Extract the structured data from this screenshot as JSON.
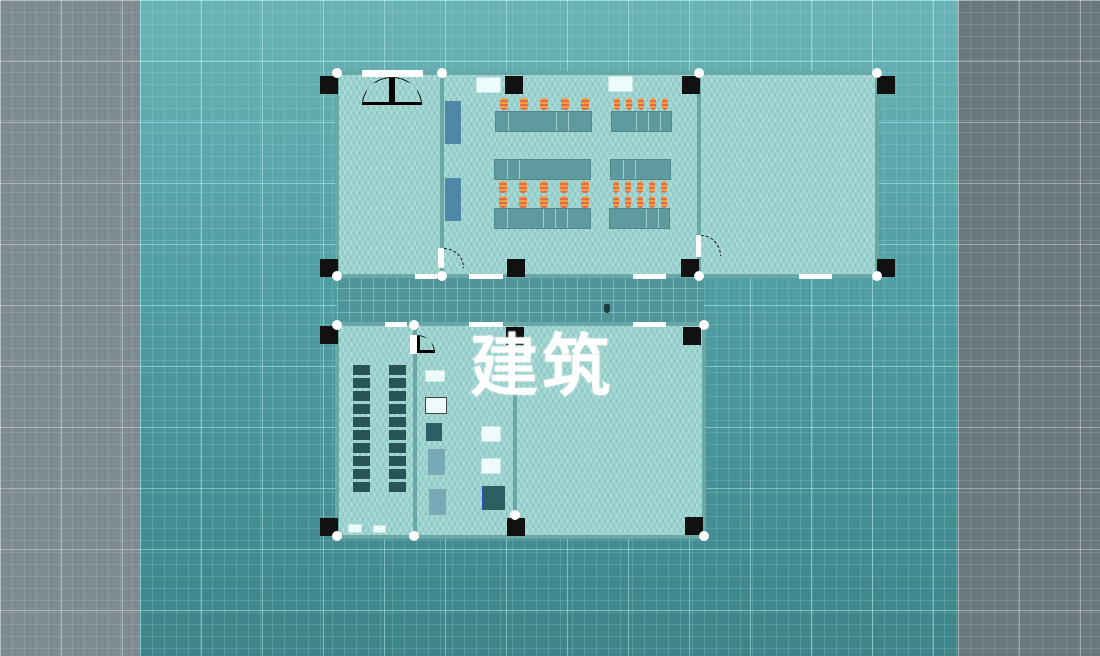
{
  "canvas": {
    "background_colors": {
      "side_panels": "#7e8b92",
      "workspace": "#4f9ea2",
      "room_floor": "#9cd3cf",
      "wall": "#6aa8a7",
      "pillar": "#111111",
      "node": "#ffffff",
      "chair_accent": "#f0a040",
      "desk": "#5f9b9e",
      "cabinet": "#4f88a6"
    }
  },
  "floorplan": {
    "label": "建筑",
    "rooms": [
      {
        "id": "room-top-left",
        "type": "entrance"
      },
      {
        "id": "room-top-middle",
        "type": "office"
      },
      {
        "id": "room-top-right",
        "type": "open-space"
      },
      {
        "id": "room-bottom-left",
        "type": "storage"
      },
      {
        "id": "room-bottom-middle",
        "type": "equipment"
      },
      {
        "id": "room-bottom-right",
        "type": "open-space"
      }
    ],
    "corridor": {
      "id": "main-corridor"
    }
  }
}
